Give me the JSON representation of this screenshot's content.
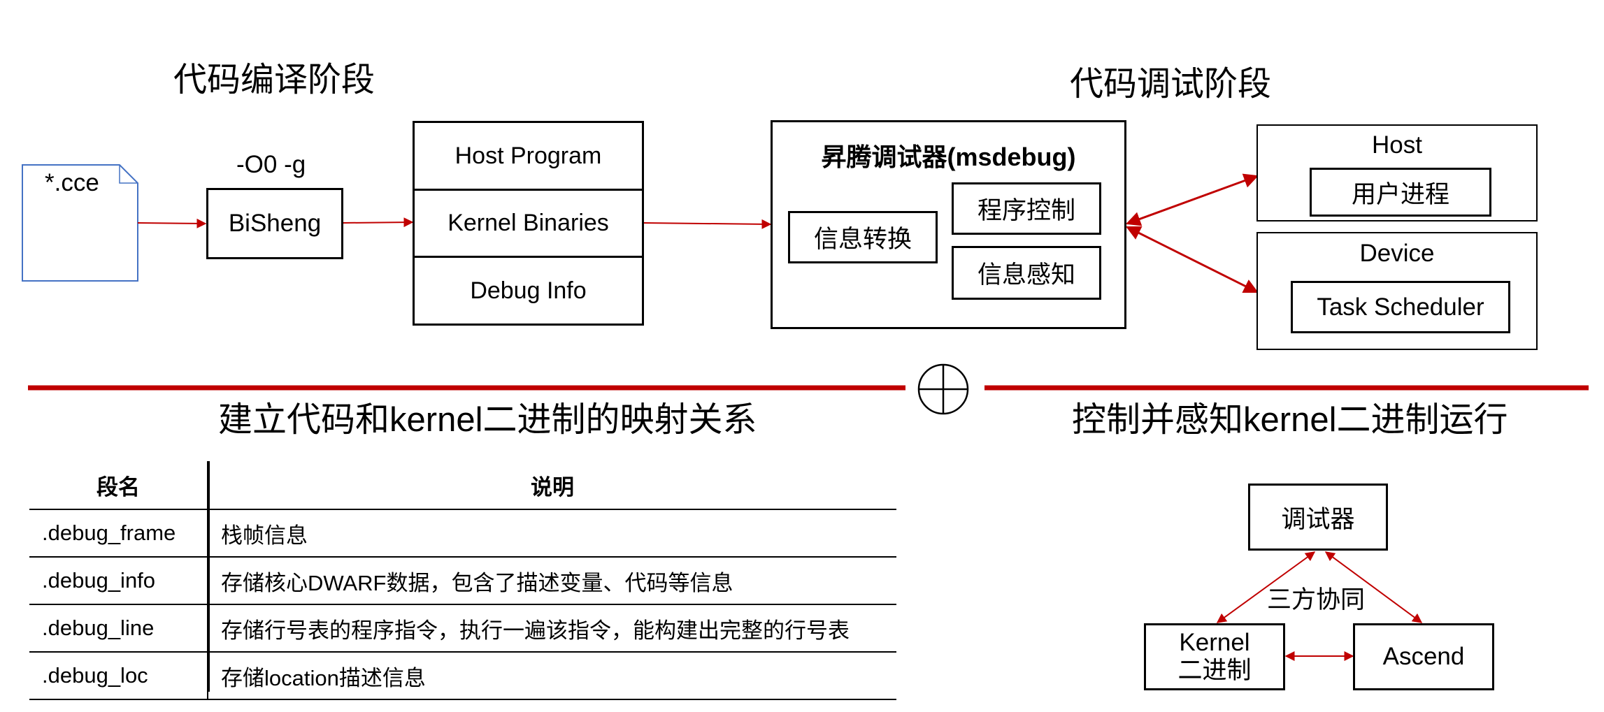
{
  "compile_stage": {
    "title": "代码编译阶段",
    "source_file": "*.cce",
    "compiler_flags": "-O0 -g",
    "compiler": "BiSheng",
    "binary_sections": [
      "Host Program",
      "Kernel Binaries",
      "Debug Info"
    ]
  },
  "debug_stage": {
    "title": "代码调试阶段",
    "debugger_title": "昇腾调试器(msdebug)",
    "info_convert": "信息转换",
    "program_control": "程序控制",
    "info_sense": "信息感知",
    "host_label": "Host",
    "user_process": "用户进程",
    "device_label": "Device",
    "task_scheduler": "Task Scheduler"
  },
  "mapping_section": {
    "title": "建立代码和kernel二进制的映射关系",
    "table": {
      "headers": [
        "段名",
        "说明"
      ],
      "rows": [
        [
          ".debug_frame",
          "栈帧信息"
        ],
        [
          ".debug_info",
          "存储核心DWARF数据，包含了描述变量、代码等信息"
        ],
        [
          ".debug_line",
          "存储行号表的程序指令，执行一遍该指令，能构建出完整的行号表"
        ],
        [
          ".debug_loc",
          "存储location描述信息"
        ]
      ]
    }
  },
  "control_section": {
    "title": "控制并感知kernel二进制运行",
    "debugger": "调试器",
    "collaboration": "三方协同",
    "kernel_line1": "Kernel",
    "kernel_line2": "二进制",
    "ascend": "Ascend"
  },
  "colors": {
    "accent_red": "#c00000",
    "file_border": "#4472c4"
  }
}
